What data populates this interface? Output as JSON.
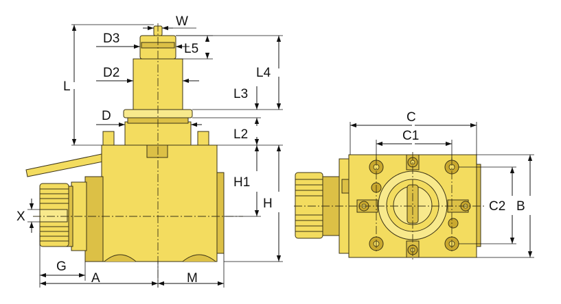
{
  "labels": {
    "W": "W",
    "D3": "D3",
    "L5": "L5",
    "L": "L",
    "D2": "D2",
    "L4": "L4",
    "L3": "L3",
    "D": "D",
    "L2": "L2",
    "H1": "H1",
    "H": "H",
    "X": "X",
    "G": "G",
    "A": "A",
    "M": "M",
    "C": "C",
    "C1": "C1",
    "C2": "C2",
    "B": "B"
  },
  "colors": {
    "body": "#f3dc5f",
    "body_dark": "#dcc046",
    "outline": "#3a3216",
    "dimension": "#111111"
  }
}
